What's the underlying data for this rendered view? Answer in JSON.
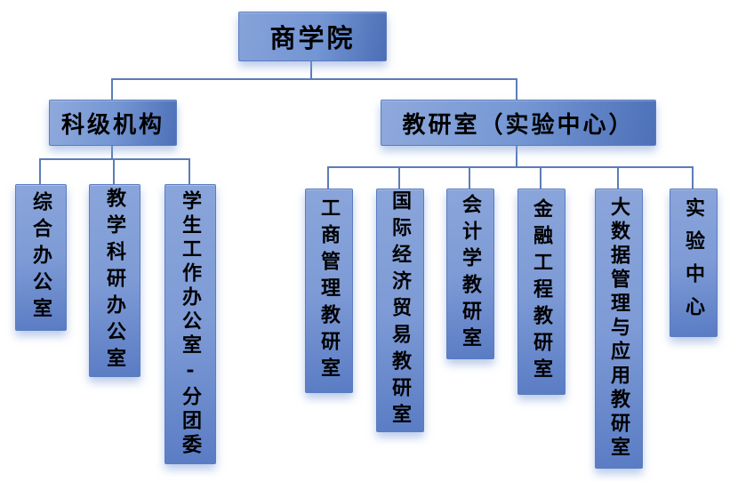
{
  "diagram": {
    "type": "org-chart",
    "root": {
      "label": "商学院"
    },
    "branches": [
      {
        "label": "科级机构",
        "children": [
          {
            "label": "综合办公室"
          },
          {
            "label": "教学科研办公室"
          },
          {
            "label": "学生工作办公室-分团委"
          }
        ]
      },
      {
        "label": "教研室（实验中心）",
        "children": [
          {
            "label": "工商管理教研室"
          },
          {
            "label": "国际经济贸易教研室"
          },
          {
            "label": "会计学教研室"
          },
          {
            "label": "金融工程教研室"
          },
          {
            "label": "大数据管理与应用教研室"
          },
          {
            "label": "实验中心"
          }
        ]
      }
    ],
    "colors": {
      "box_gradient_light": "#8fa9dc",
      "box_gradient_dark": "#4d70b8",
      "box_border": "#5a7cc0",
      "connector": "#5b7db8",
      "text": "#000000",
      "background": "#ffffff"
    }
  }
}
